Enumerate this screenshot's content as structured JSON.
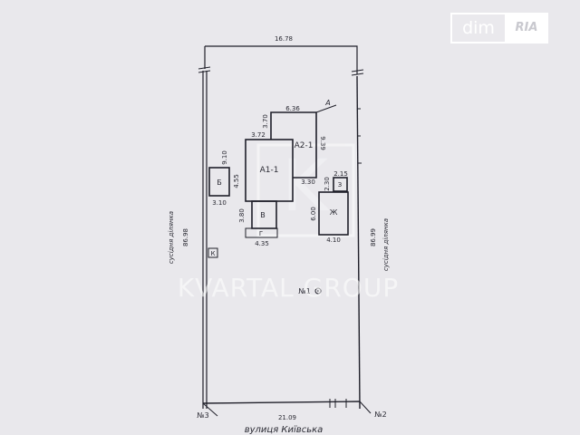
{
  "logo": {
    "left": "dim",
    "right": "RIA"
  },
  "watermark": {
    "text": "KVARTAL GROUP",
    "mark": "K"
  },
  "plot": {
    "top_width": "16.78",
    "bottom_width": "21.09",
    "left_length": "86.98",
    "right_length": "86.99",
    "left_neighbor": "сусідня ділянка",
    "right_neighbor": "сусідня ділянка",
    "street": "вулиця  Київська",
    "point_left": "№3",
    "point_right": "№2",
    "point_center": "№1",
    "corner_marker": "К"
  },
  "buildings": {
    "a1": {
      "name": "А1-1",
      "width": "3.72",
      "height": "9.10",
      "side": "4.55"
    },
    "a2": {
      "name": "А2-1",
      "width": "6.36",
      "offset": "3.70",
      "height": "9.39",
      "bottom": "3.30"
    },
    "b": {
      "name": "Б",
      "width": "3.10"
    },
    "v": {
      "name": "В",
      "height": "3.80"
    },
    "g": {
      "name": "Г",
      "width": "4.35"
    },
    "z": {
      "name": "З",
      "width": "2.15",
      "height": "2.30"
    },
    "zh": {
      "name": "Ж",
      "height": "6.00",
      "width": "4.10"
    },
    "a_arrow": "А"
  }
}
